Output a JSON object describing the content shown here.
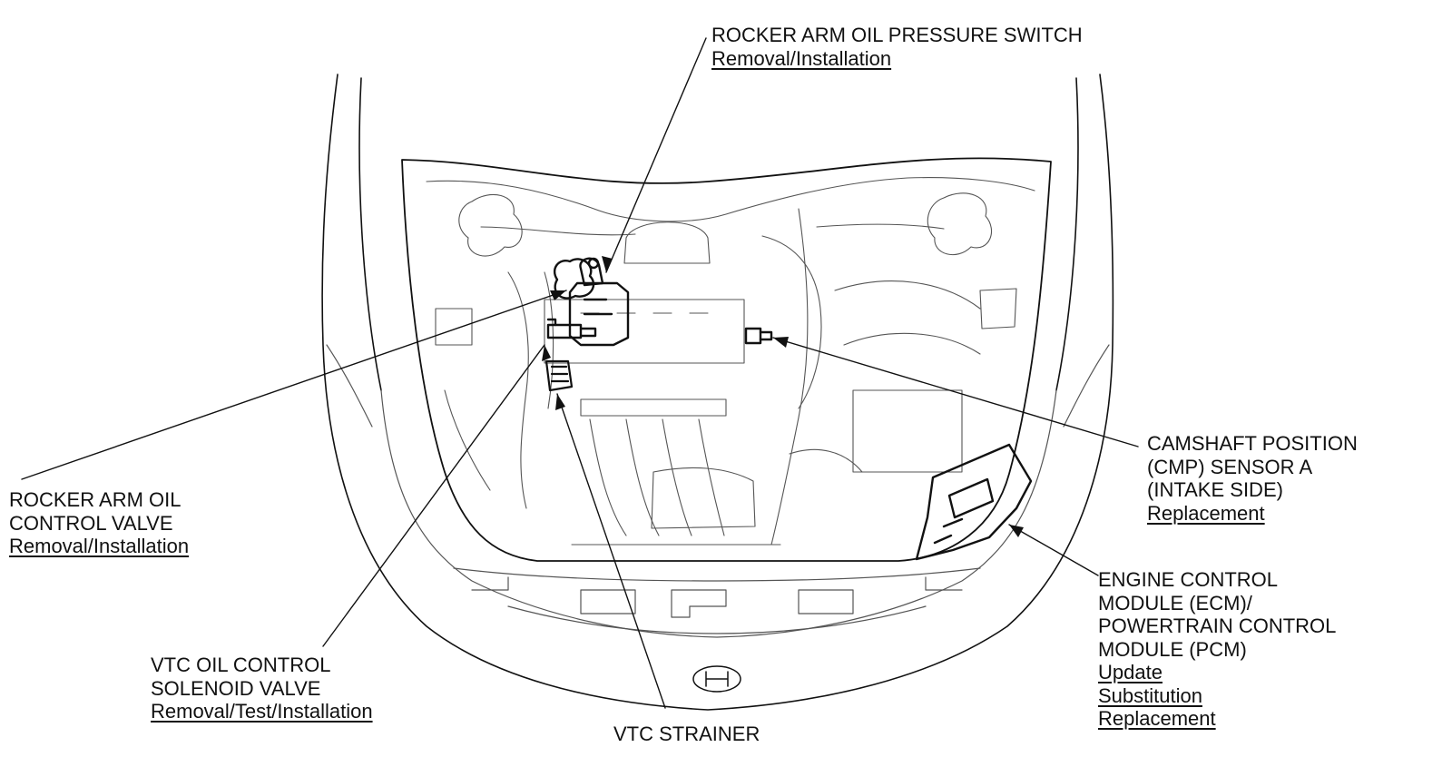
{
  "colors": {
    "line": "#111111",
    "faint": "#555555",
    "background": "#ffffff"
  },
  "callouts": {
    "rocker_switch": {
      "lines": [
        "ROCKER ARM OIL PRESSURE SWITCH"
      ],
      "links": [
        "Removal/Installation"
      ]
    },
    "rocker_valve": {
      "lines": [
        "ROCKER ARM OIL",
        "CONTROL VALVE"
      ],
      "links": [
        "Removal/Installation"
      ]
    },
    "cmp_sensor": {
      "lines": [
        "CAMSHAFT POSITION",
        "(CMP) SENSOR A",
        "(INTAKE SIDE)"
      ],
      "links": [
        "Replacement"
      ]
    },
    "ecm_pcm": {
      "lines": [
        "ENGINE CONTROL",
        "MODULE (ECM)/",
        "POWERTRAIN CONTROL",
        "MODULE (PCM)"
      ],
      "links": [
        "Update",
        "Substitution",
        "Replacement"
      ]
    },
    "vtc_valve": {
      "lines": [
        "VTC OIL CONTROL",
        "SOLENOID VALVE"
      ],
      "links": [
        "Removal/Test/Installation"
      ]
    },
    "vtc_strainer": {
      "lines": [
        "VTC STRAINER"
      ],
      "links": []
    }
  }
}
